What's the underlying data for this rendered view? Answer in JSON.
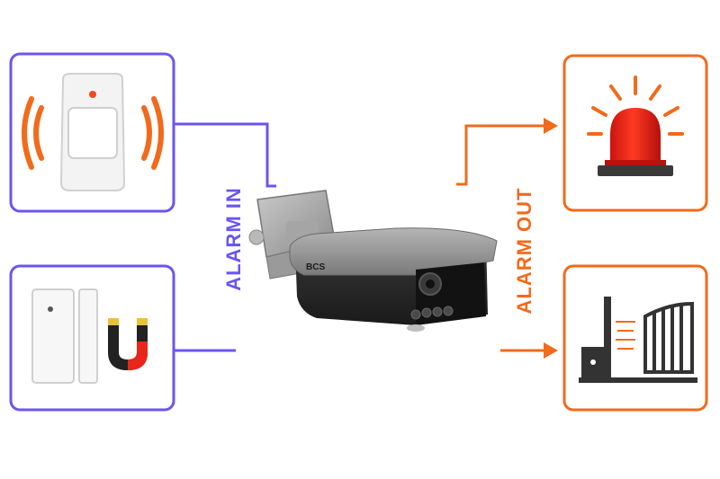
{
  "labels": {
    "alarm_in": "ALARM IN",
    "alarm_out": "ALARM OUT"
  },
  "camera": {
    "brand": "BCS"
  },
  "devices": {
    "inputs": [
      "motion-sensor-icon",
      "door-contact-sensor-icon"
    ],
    "outputs": [
      "siren-beacon-icon",
      "sliding-gate-icon"
    ]
  },
  "colors": {
    "input_accent": "#6b55f0",
    "output_accent": "#f26a1b",
    "beacon_red": "#f0201a",
    "camera_dark": "#2b2b2b",
    "camera_grey": "#8a8a8a"
  }
}
